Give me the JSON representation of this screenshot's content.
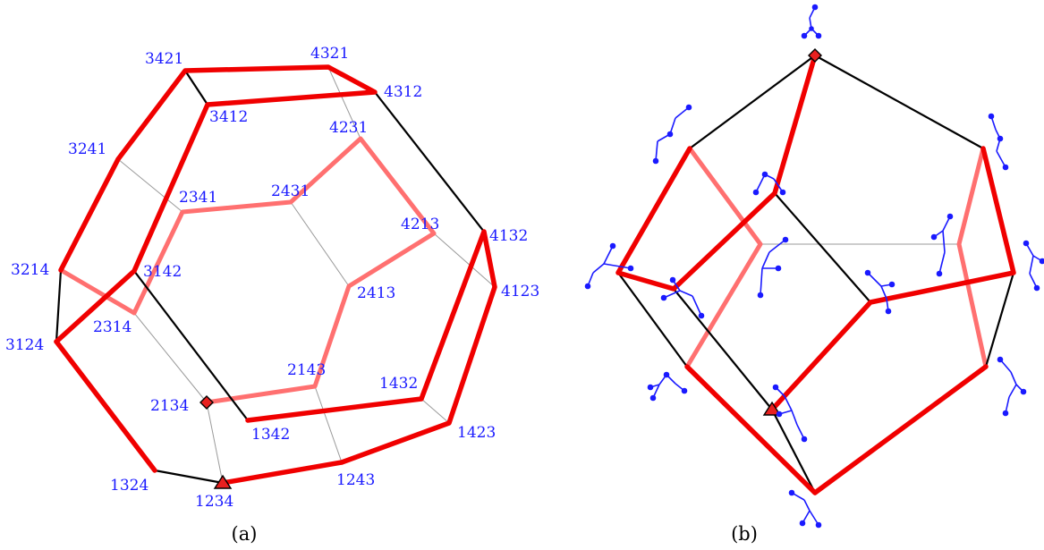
{
  "colors": {
    "red": "#f00000",
    "pink": "#ff7070",
    "black": "#000000",
    "gray": "#9a9a9a",
    "blue": "#1a1aff",
    "marker": "#e8201f"
  },
  "panel_a": {
    "caption": "(a)",
    "labels": {
      "v3421": "3421",
      "v4321": "4321",
      "v4312": "4312",
      "v3412": "3412",
      "v3241": "3241",
      "v4231": "4231",
      "v2341": "2341",
      "v2431": "2431",
      "v4213": "4213",
      "v4132": "4132",
      "v3214": "3214",
      "v3142": "3142",
      "v4123": "4123",
      "v2413": "2413",
      "v2314": "2314",
      "v3124": "3124",
      "v2143": "2143",
      "v1432": "1432",
      "v2134": "2134",
      "v1342": "1342",
      "v1423": "1423",
      "v1324": "1324",
      "v1243": "1243",
      "v1234": "1234"
    },
    "markers": {
      "diamond": "2134",
      "triangle": "1234"
    }
  },
  "panel_b": {
    "caption": "(b)",
    "markers": {
      "diamond": "top",
      "triangle": "center-bottom"
    },
    "tree_icons": "binary-tree-icon"
  }
}
